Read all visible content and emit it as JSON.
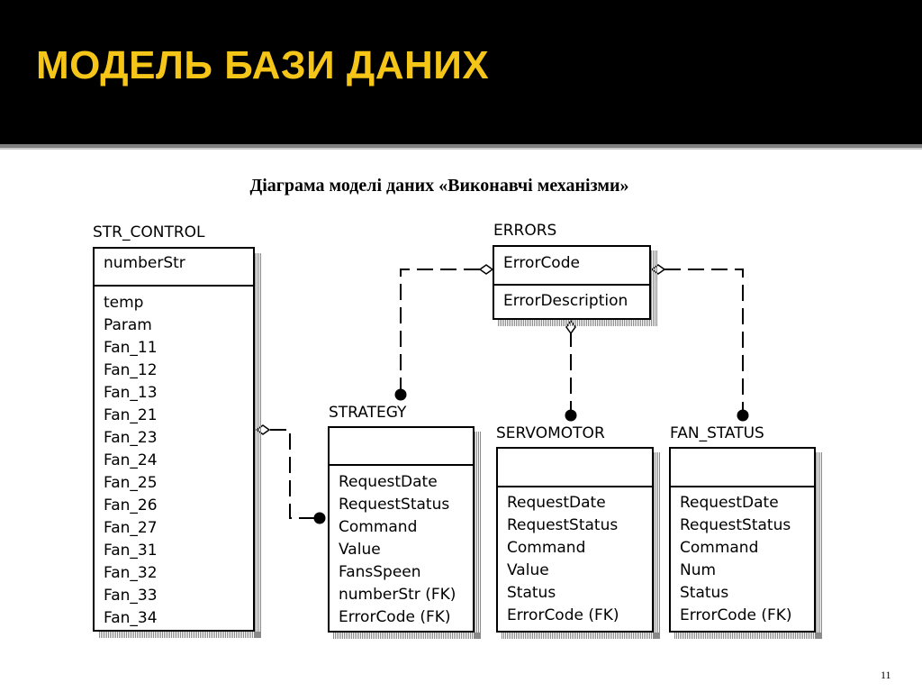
{
  "slide": {
    "title": "МОДЕЛЬ БАЗИ ДАНИХ",
    "subtitle": "Діаграма моделі даних «Виконавчі механізми»",
    "page_number": "11"
  },
  "colors": {
    "header_bg": "#000000",
    "title_color": "#f5c518",
    "background": "#ffffff"
  },
  "entities": {
    "str_control": {
      "name": "STR_CONTROL",
      "key_attrs": [
        "numberStr"
      ],
      "attrs": [
        "temp",
        "Param",
        "Fan_11",
        "Fan_12",
        "Fan_13",
        "Fan_21",
        "Fan_23",
        "Fan_24",
        "Fan_25",
        "Fan_26",
        "Fan_27",
        "Fan_31",
        "Fan_32",
        "Fan_33",
        "Fan_34"
      ]
    },
    "errors": {
      "name": "ERRORS",
      "key_attrs": [
        "ErrorCode"
      ],
      "attrs": [
        "ErrorDescription"
      ]
    },
    "strategy": {
      "name": "STRATEGY",
      "key_attrs": [],
      "attrs": [
        "RequestDate",
        "RequestStatus",
        "Command",
        "Value",
        "FansSpeen",
        "numberStr (FK)",
        "ErrorCode (FK)"
      ]
    },
    "servomotor": {
      "name": "SERVOMOTOR",
      "key_attrs": [],
      "attrs": [
        "RequestDate",
        "RequestStatus",
        "Command",
        "Value",
        "Status",
        "ErrorCode (FK)"
      ]
    },
    "fan_status": {
      "name": "FAN_STATUS",
      "key_attrs": [],
      "attrs": [
        "RequestDate",
        "RequestStatus",
        "Command",
        "Num",
        "Status",
        "ErrorCode (FK)"
      ]
    }
  },
  "relationships": [
    {
      "from": "errors",
      "to": "strategy",
      "type": "non-identifying"
    },
    {
      "from": "errors",
      "to": "servomotor",
      "type": "non-identifying"
    },
    {
      "from": "errors",
      "to": "fan_status",
      "type": "non-identifying"
    },
    {
      "from": "str_control",
      "to": "strategy",
      "type": "non-identifying"
    }
  ]
}
